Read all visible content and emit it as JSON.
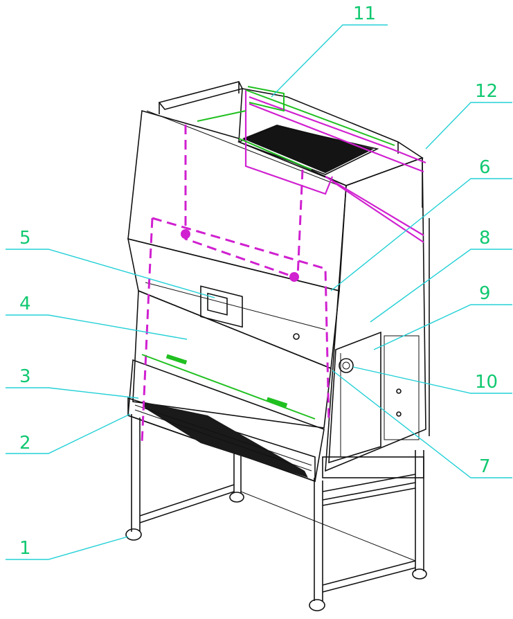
{
  "callouts": [
    {
      "id": "1",
      "label": "1"
    },
    {
      "id": "2",
      "label": "2"
    },
    {
      "id": "3",
      "label": "3"
    },
    {
      "id": "4",
      "label": "4"
    },
    {
      "id": "5",
      "label": "5"
    },
    {
      "id": "6",
      "label": "6"
    },
    {
      "id": "7",
      "label": "7"
    },
    {
      "id": "8",
      "label": "8"
    },
    {
      "id": "9",
      "label": "9"
    },
    {
      "id": "10",
      "label": "10"
    },
    {
      "id": "11",
      "label": "11"
    },
    {
      "id": "12",
      "label": "12"
    }
  ],
  "colors": {
    "line_drawing": "#111111",
    "airflow_path": "#d020d0",
    "light_fixture": "#20c020",
    "callout_text": "#10c870",
    "leader_line": "#22d0d6",
    "filter": "#141414"
  }
}
